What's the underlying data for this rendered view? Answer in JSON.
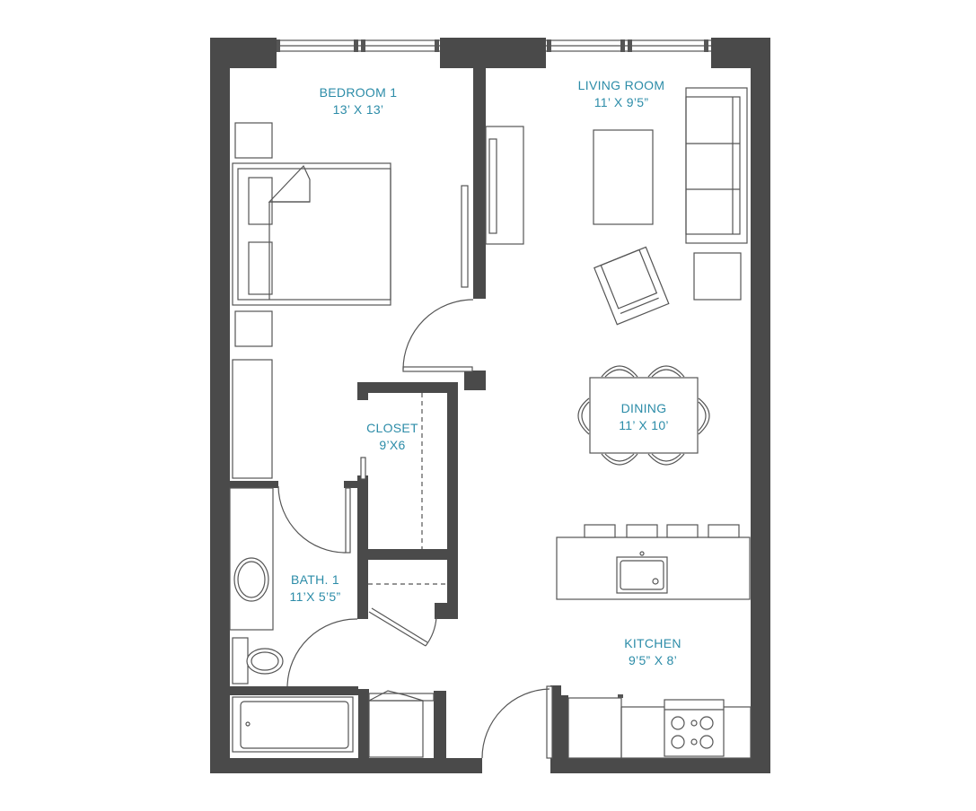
{
  "colors": {
    "label": "#2c8ca8",
    "wall": "#4a4a4a",
    "fixture": "#555555"
  },
  "rooms": {
    "bedroom": {
      "name": "BEDROOM 1",
      "size": "13’ X 13’"
    },
    "living": {
      "name": "LIVING ROOM",
      "size": "11’ X 9’5”"
    },
    "closet": {
      "name": "CLOSET",
      "size": "9’X6"
    },
    "dining": {
      "name": "DINING",
      "size": "11’ X 10’"
    },
    "bath": {
      "name": "BATH. 1",
      "size": "11’X 5’5”"
    },
    "kitchen": {
      "name": "KITCHEN",
      "size": "9’5” X 8’"
    }
  }
}
